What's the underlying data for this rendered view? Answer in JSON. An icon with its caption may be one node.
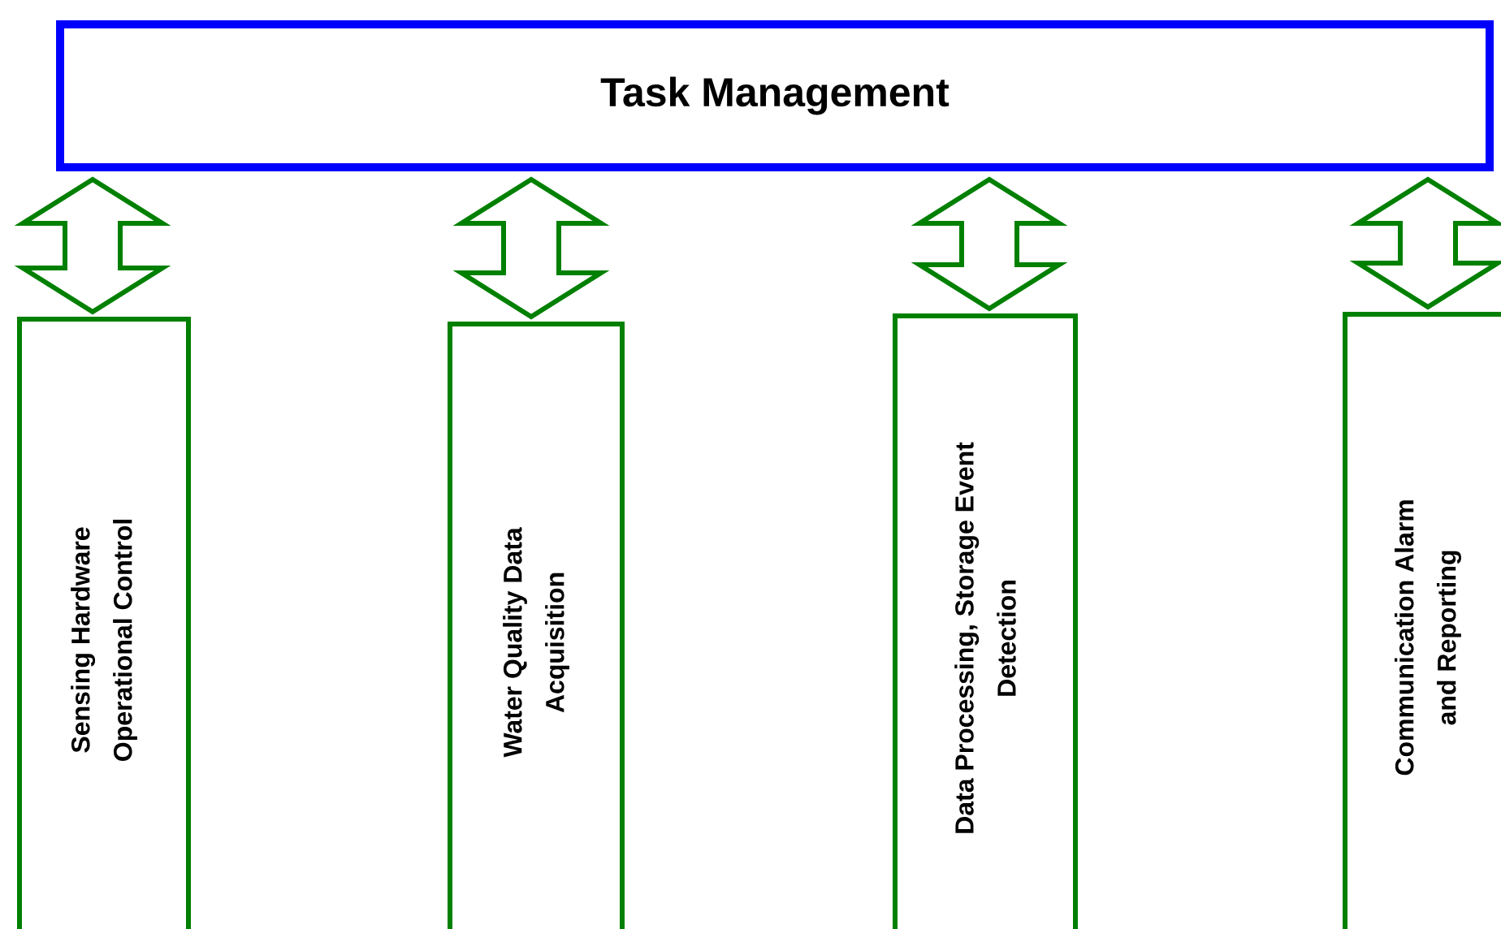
{
  "diagram": {
    "nodes": [
      {
        "text": [
          "Task Management"
        ]
      },
      {
        "text": [
          "Sensing Hardware Operational Control"
        ]
      },
      {
        "text": [
          "Water Quality Data Acquisition"
        ]
      },
      {
        "text": [
          "Data Processing, Storage Event Detection"
        ]
      },
      {
        "text": [
          "Communication Alarm and Reporting"
        ]
      }
    ],
    "edges": [
      {
        "from": 0,
        "to": 1,
        "arrow": "both"
      },
      {
        "from": 0,
        "to": 2,
        "arrow": "both"
      },
      {
        "from": 0,
        "to": 3,
        "arrow": "both"
      },
      {
        "from": 0,
        "to": 4,
        "arrow": "both"
      }
    ]
  }
}
